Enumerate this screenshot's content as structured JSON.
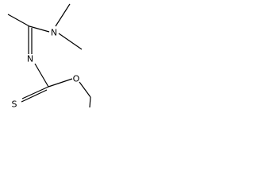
{
  "molecule": {
    "atoms": {
      "amine_nitrogen": "N",
      "imine_nitrogen": "N",
      "thione_sulfur": "S",
      "ether_oxygen": "O"
    }
  }
}
